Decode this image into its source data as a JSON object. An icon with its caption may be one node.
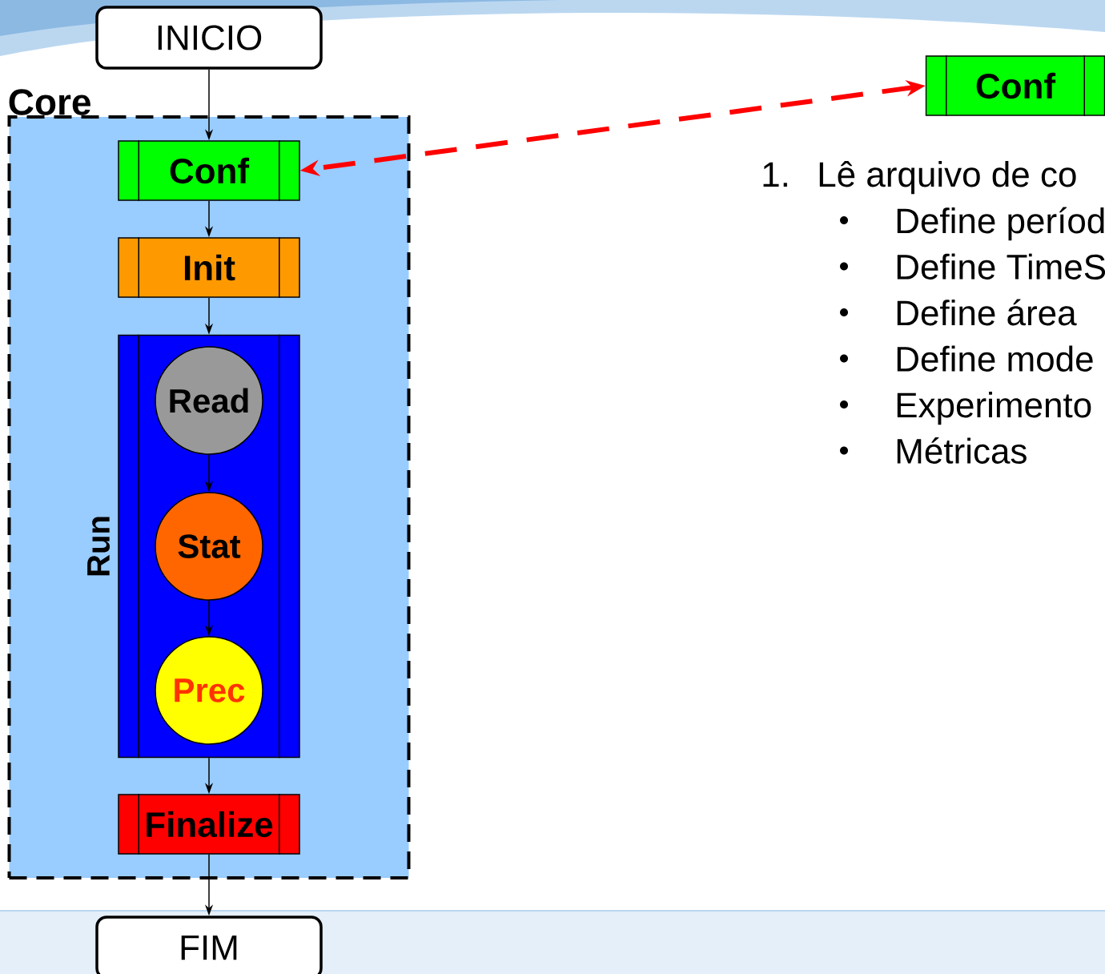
{
  "diagram": {
    "nodes": [
      {
        "text": [
          "INICIO"
        ]
      },
      {
        "text": [
          "Core"
        ]
      },
      {
        "text": [
          "Conf"
        ],
        "in": 1
      },
      {
        "text": [
          "Init"
        ],
        "in": 1
      },
      {
        "text": [
          "Run"
        ],
        "in": 1
      },
      {
        "text": [
          "Read"
        ],
        "in": 4
      },
      {
        "text": [
          "Stat"
        ],
        "in": 4
      },
      {
        "text": [
          "Prec"
        ],
        "in": 4
      },
      {
        "text": [
          "Finalize"
        ],
        "in": 1
      },
      {
        "text": [
          "FIM"
        ]
      },
      {
        "text": [
          "Conf"
        ]
      }
    ],
    "edges": [
      {
        "from": 0,
        "to": 2,
        "arrow": "to"
      },
      {
        "from": 2,
        "to": 3,
        "arrow": "to"
      },
      {
        "from": 3,
        "to": 4,
        "arrow": "to"
      },
      {
        "from": 5,
        "to": 6,
        "arrow": "to"
      },
      {
        "from": 6,
        "to": 7,
        "arrow": "to"
      },
      {
        "from": 4,
        "to": 8,
        "arrow": "to"
      },
      {
        "from": 8,
        "to": 9,
        "arrow": "to"
      },
      {
        "from": 10,
        "to": 2,
        "arrow": "both",
        "style": "dashed",
        "color": "#ff0000"
      }
    ],
    "labels": [
      "1.",
      "Lê arquivo de co",
      "Define períod",
      "Define TimeS",
      "Define área",
      "Define mode",
      "Experimento",
      "Métricas"
    ]
  }
}
